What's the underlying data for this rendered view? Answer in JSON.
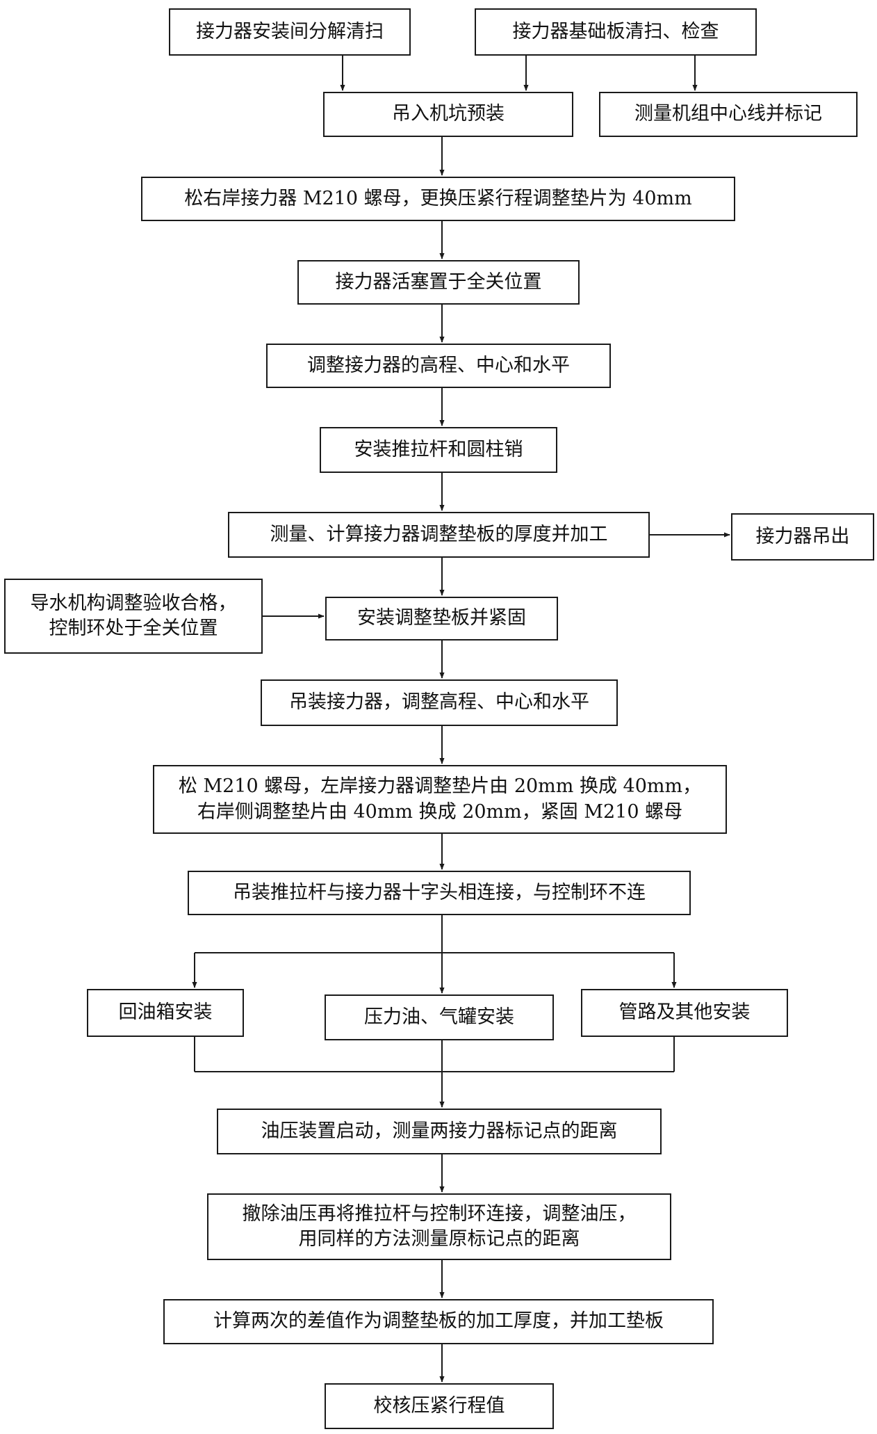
{
  "steps": {
    "s1": "接力器安装间分解清扫",
    "s2": "接力器基础板清扫、检查",
    "s3": "吊入机坑预装",
    "s4": "测量机组中心线并标记",
    "s5": "松右岸接力器 M210 螺母，更换压紧行程调整垫片为 40mm",
    "s6": "接力器活塞置于全关位置",
    "s7": "调整接力器的高程、中心和水平",
    "s8": "安装推拉杆和圆柱销",
    "s9": "测量、计算接力器调整垫板的厚度并加工",
    "s10": "接力器吊出",
    "s11": "导水机构调整验收合格，\n控制环处于全关位置",
    "s12": "安装调整垫板并紧固",
    "s13": "吊装接力器，调整高程、中心和水平",
    "s14": "松 M210 螺母，左岸接力器调整垫片由 20mm 换成 40mm，\n右岸侧调整垫片由 40mm 换成 20mm，紧固 M210 螺母",
    "s15": "吊装推拉杆与接力器十字头相连接，与控制环不连",
    "s16": "回油箱安装",
    "s17": "压力油、气罐安装",
    "s18": "管路及其他安装",
    "s19": "油压装置启动，测量两接力器标记点的距离",
    "s20": "撤除油压再将推拉杆与控制环连接，调整油压，\n用同样的方法测量原标记点的距离",
    "s21": "计算两次的差值作为调整垫板的加工厚度，并加工垫板",
    "s22": "校核压紧行程值"
  }
}
